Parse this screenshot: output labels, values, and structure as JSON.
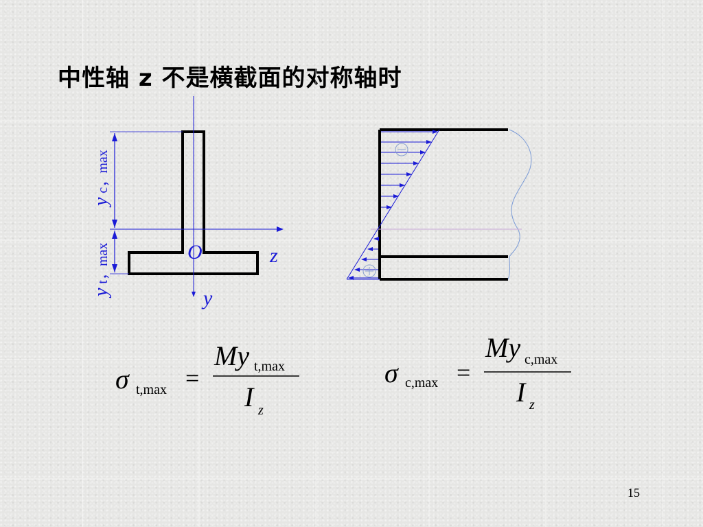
{
  "slide": {
    "title": "中性轴 z 不是横截面的对称轴时",
    "page_number": "15"
  },
  "section_diagram": {
    "labels": {
      "origin": "O",
      "z_axis": "z",
      "y_axis": "y",
      "yc_main": "y",
      "yc_sub": "c，max",
      "yt_main": "y",
      "yt_sub": "t，max"
    }
  },
  "formulas": {
    "tension": {
      "sigma": "σ",
      "sigma_sub": "t,max",
      "equals": "=",
      "num_main": "My",
      "num_sub": "t,max",
      "den_main": "I",
      "den_sub": "z"
    },
    "compression": {
      "sigma": "σ",
      "sigma_sub": "c,max",
      "equals": "=",
      "num_main": "My",
      "num_sub": "c,max",
      "den_main": "I",
      "den_sub": "z"
    }
  },
  "colors": {
    "axis_blue": "#1a1ad6",
    "outline": "#000000",
    "faint_grid": "#c8d8ee"
  }
}
